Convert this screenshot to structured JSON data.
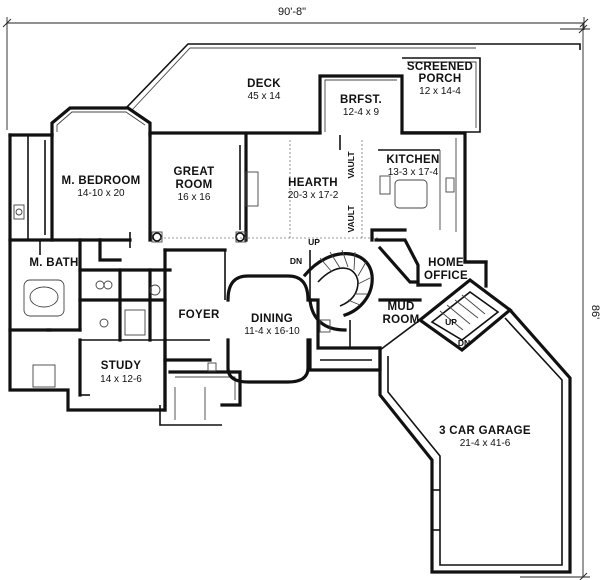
{
  "dimensions": {
    "width": "90'-8\"",
    "depth": "86'"
  },
  "rooms": {
    "deck": {
      "name": "DECK",
      "size": "45 x 14"
    },
    "screened_porch": {
      "name_line1": "SCREENED",
      "name_line2": "PORCH",
      "size": "12 x 14-4"
    },
    "breakfast": {
      "name": "BRFST.",
      "size": "12-4 x 9"
    },
    "master_bedroom": {
      "name": "M. BEDROOM",
      "size": "14-10 x 20"
    },
    "great_room": {
      "name_line1": "GREAT",
      "name_line2": "ROOM",
      "size": "16 x 16"
    },
    "hearth": {
      "name": "HEARTH",
      "size": "20-3 x 17-2"
    },
    "kitchen": {
      "name": "KITCHEN",
      "size": "13-3 x 17-4"
    },
    "master_bath": {
      "name": "M. BATH"
    },
    "home_office": {
      "name_line1": "HOME",
      "name_line2": "OFFICE"
    },
    "foyer": {
      "name": "FOYER"
    },
    "dining": {
      "name": "DINING",
      "size": "11-4 x 16-10"
    },
    "mud_room": {
      "name_line1": "MUD",
      "name_line2": "ROOM"
    },
    "study": {
      "name": "STUDY",
      "size": "14 x 12-6"
    },
    "garage": {
      "name": "3 CAR GARAGE",
      "size": "21-4 x 41-6"
    }
  },
  "annotations": {
    "vault": "VAULT",
    "stair_up_main": "UP",
    "stair_dn_main": "DN",
    "stair_up_rear": "UP",
    "stair_dn_rear": "DN"
  }
}
